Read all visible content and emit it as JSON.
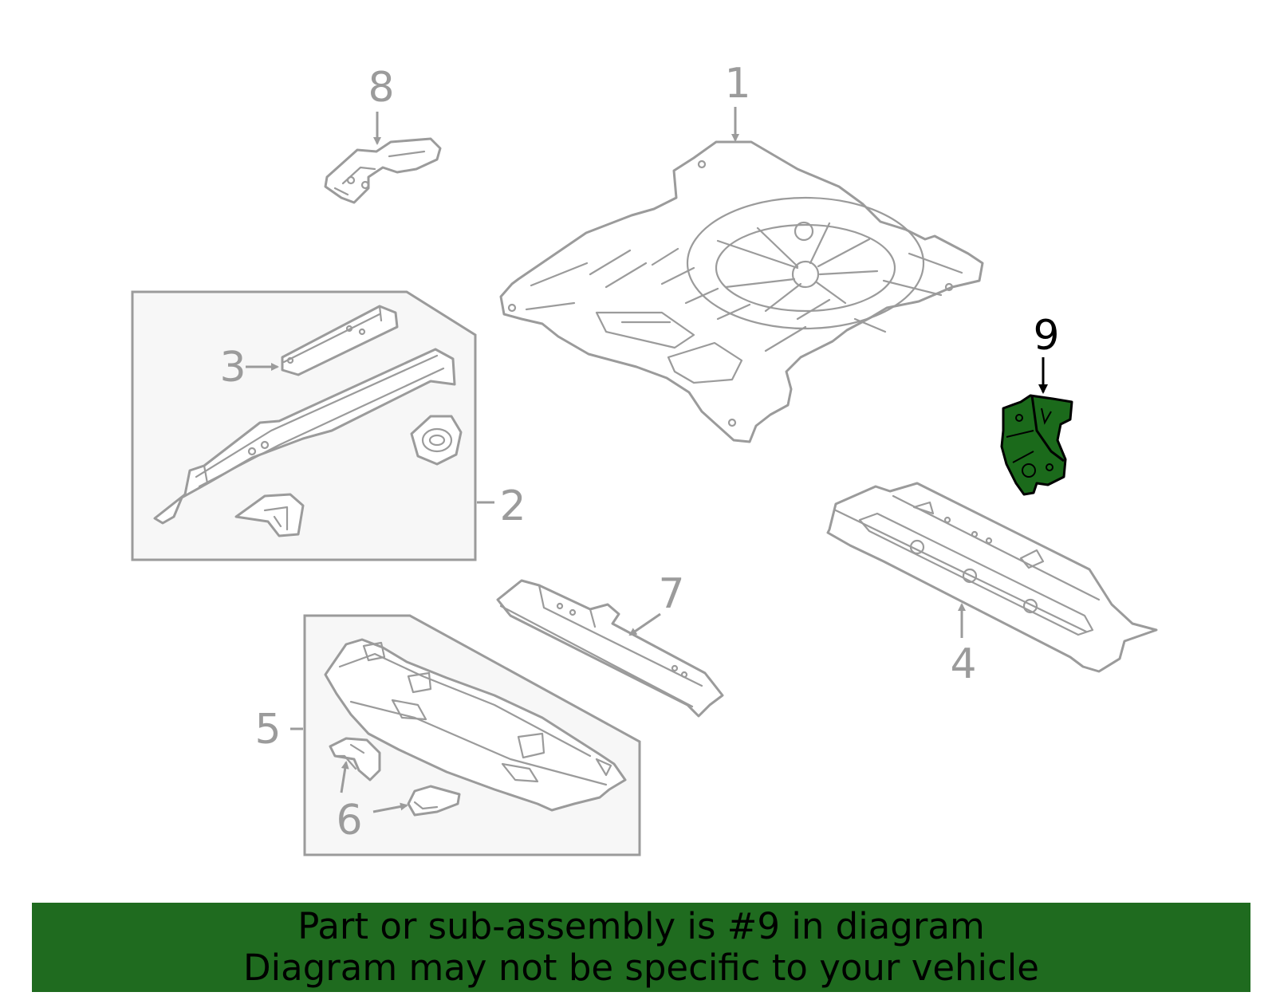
{
  "diagram": {
    "callouts": [
      {
        "id": "1",
        "label": "1"
      },
      {
        "id": "2",
        "label": "2"
      },
      {
        "id": "3",
        "label": "3"
      },
      {
        "id": "4",
        "label": "4"
      },
      {
        "id": "5",
        "label": "5"
      },
      {
        "id": "6",
        "label": "6"
      },
      {
        "id": "7",
        "label": "7"
      },
      {
        "id": "8",
        "label": "8"
      },
      {
        "id": "9",
        "label": "9"
      }
    ],
    "highlighted_part": "9",
    "highlight_color": "#1b6a1b",
    "line_color": "#9b9b9b"
  },
  "banner": {
    "line1": "Part or sub-assembly is #9 in diagram",
    "line2": "Diagram may not be specific to your vehicle",
    "background": "#1f6b1f"
  }
}
